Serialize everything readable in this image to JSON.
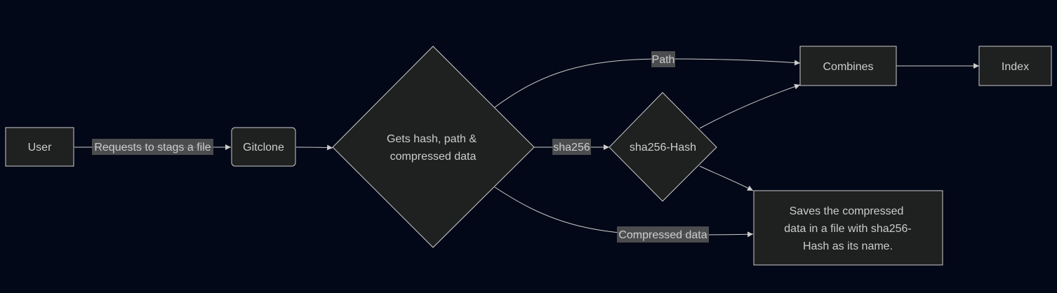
{
  "colors": {
    "background": "#020817",
    "node_fill": "#1f2020",
    "node_stroke": "#cccccc",
    "text": "#cccccc",
    "edge_label_bg": "#585858"
  },
  "nodes": {
    "user": {
      "label": "User"
    },
    "gitclone": {
      "label": "Gitclone"
    },
    "decision": {
      "line1": "Gets hash, path &",
      "line2": "compressed data"
    },
    "sha_hash": {
      "label": "sha256-Hash"
    },
    "combines": {
      "label": "Combines"
    },
    "index": {
      "label": "Index"
    },
    "saves": {
      "line1": "Saves the compressed",
      "line2": "data in a file with sha256-",
      "line3": "Hash as its name."
    }
  },
  "edges": {
    "requests": {
      "label": "Requests to stags a file"
    },
    "path": {
      "label": "Path"
    },
    "sha256": {
      "label": "sha256"
    },
    "compressed": {
      "label": "Compressed data"
    }
  }
}
